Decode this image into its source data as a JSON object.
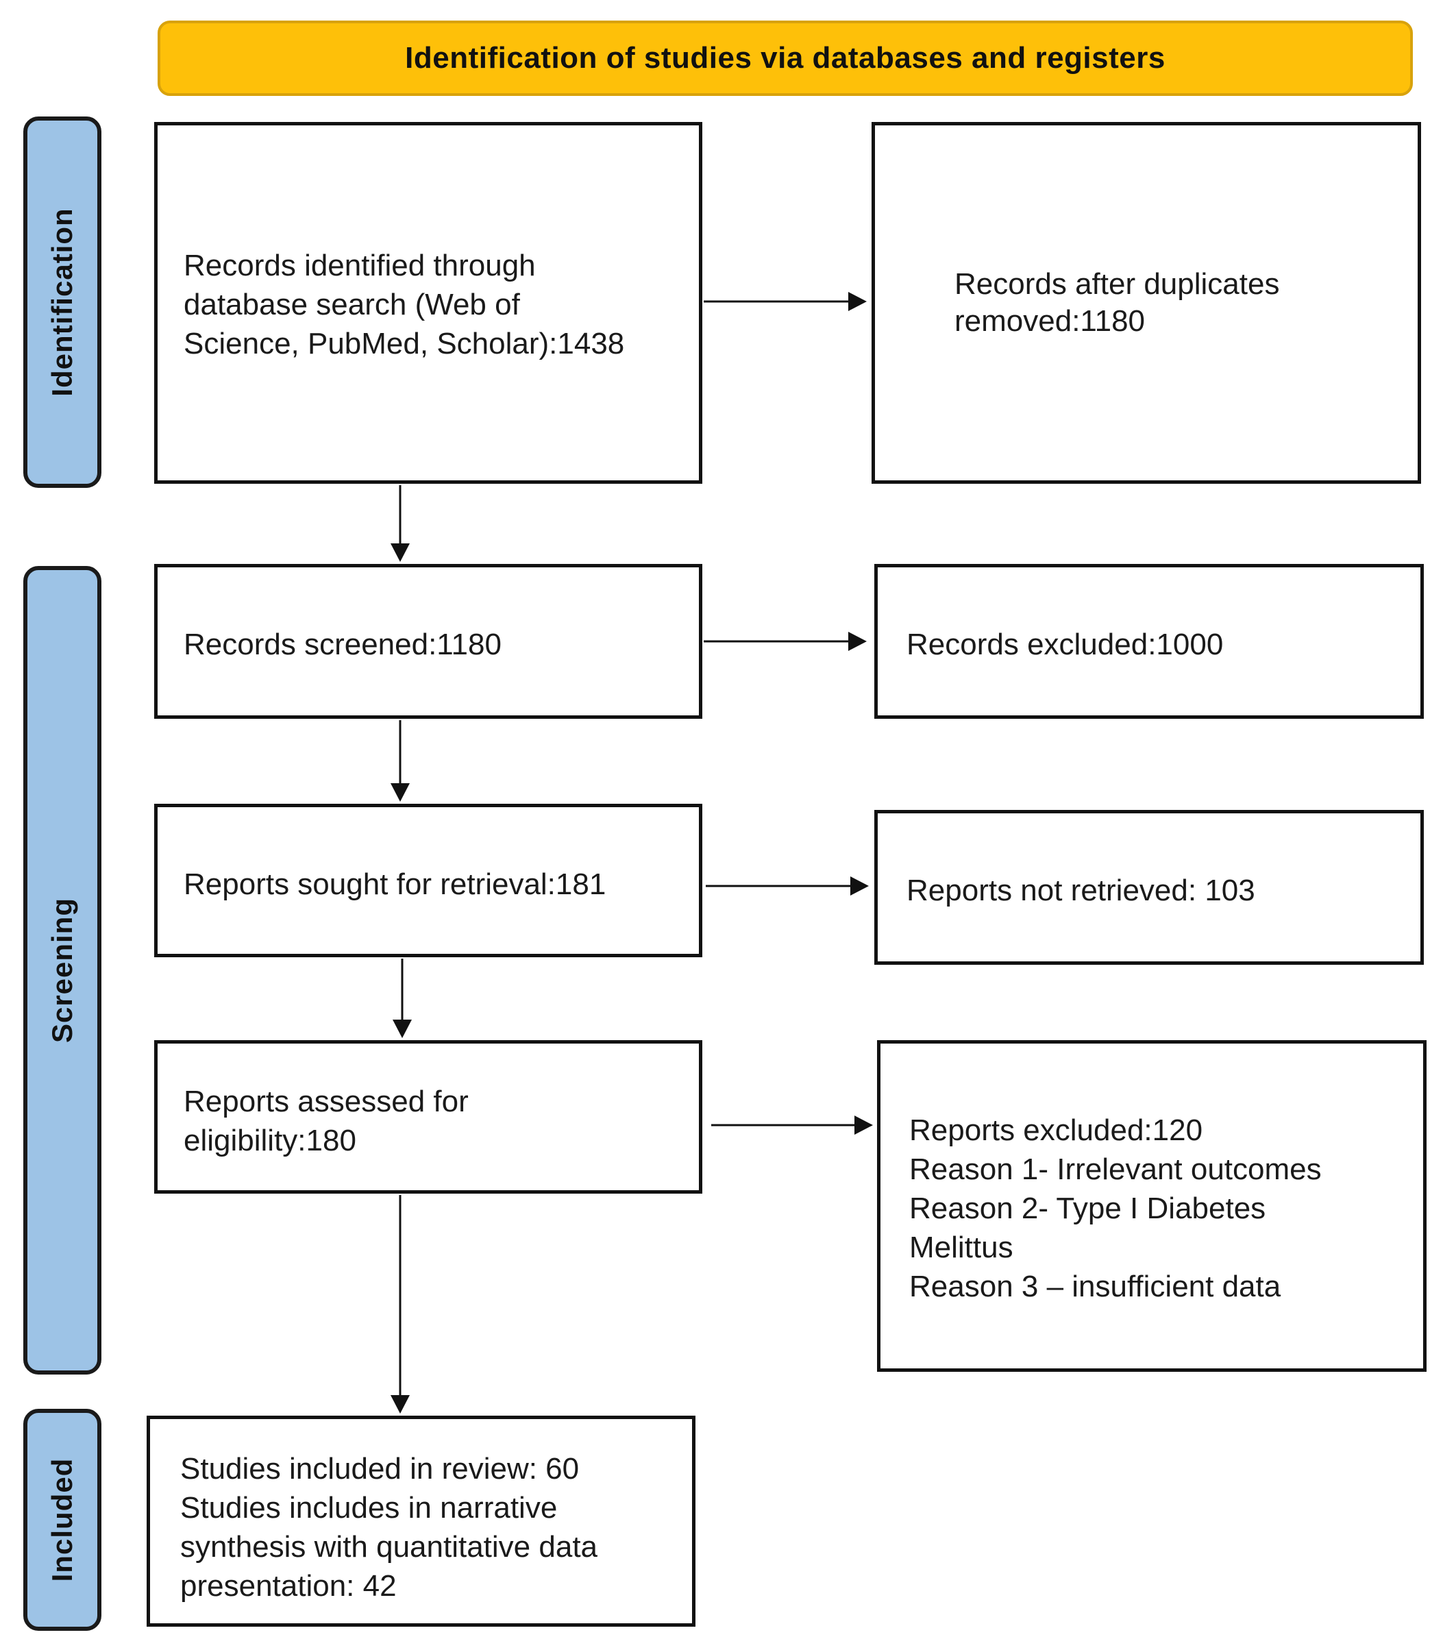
{
  "header": {
    "title": "Identification of studies via databases and registers",
    "color": "#fec009"
  },
  "phases": {
    "identification": "Identification",
    "screening": "Screening",
    "included": "Included",
    "color": "#9dc3e6"
  },
  "boxes": {
    "records_identified": "Records identified through\ndatabase search (Web of\nScience, PubMed, Scholar):1438",
    "duplicates_removed": "Records after duplicates\nremoved:1180",
    "records_screened": "Records screened:1180",
    "records_excluded": "Records excluded:1000",
    "reports_sought": "Reports sought for retrieval:181",
    "reports_not_retrieved": "Reports not retrieved: 103",
    "reports_assessed": "Reports assessed for\neligibility:180",
    "reports_excluded": "Reports excluded:120\nReason 1- Irrelevant outcomes\nReason 2- Type I Diabetes\nMelittus\nReason 3 – insufficient data",
    "studies_included": "Studies included in review: 60\nStudies includes in narrative\nsynthesis with quantitative data\npresentation: 42"
  }
}
